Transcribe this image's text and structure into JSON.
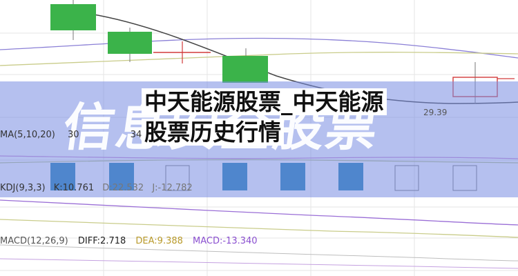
{
  "title": "中天能源股票_中天能源股票历史行情",
  "watermark": "信息安全股票",
  "price_label": "29.39",
  "indicators": {
    "ma": {
      "label": "MA(5,10,20)",
      "v1": "30",
      "v2": "343"
    },
    "kdj": {
      "label": "KDJ(9,3,3)",
      "k": "K:10.761",
      "d": "D:22.532",
      "j": "J:-12.782"
    },
    "macd": {
      "label": "MACD(12,26,9)",
      "diff": "DIFF:2.718",
      "dea": "DEA:9.388",
      "macd": "MACD:-13.340"
    }
  },
  "colors": {
    "up": "#d23a3a",
    "down": "#3bb34a",
    "band": "#7f91e6",
    "macd_bar": "#1e7fb4"
  }
}
